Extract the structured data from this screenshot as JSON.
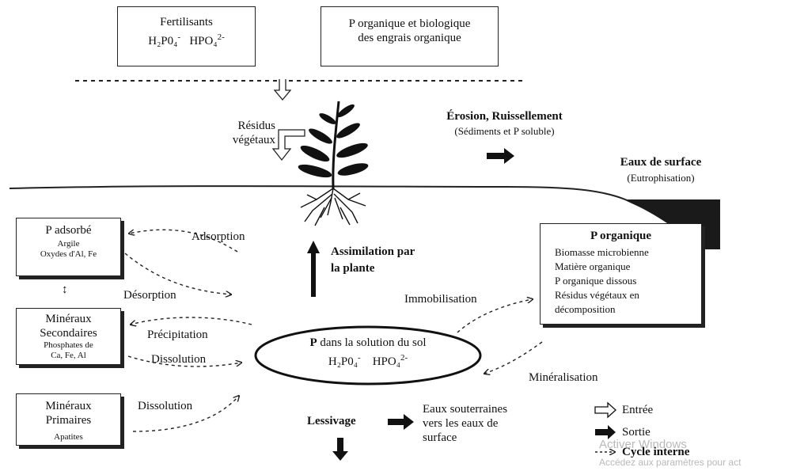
{
  "top": {
    "fertilisants": {
      "title": "Fertilisants",
      "formula_a": "H₂P0₄",
      "formula_a_sup": "-",
      "formula_b": "HPO₄",
      "formula_b_sup": "2-"
    },
    "organic": {
      "line1": "P organique et biologique",
      "line2": "des engrais organique"
    }
  },
  "residus": {
    "line1": "Résidus",
    "line2": "végétaux"
  },
  "erosion": {
    "title": "Érosion, Ruissellement",
    "subtitle": "(Sédiments et P soluble)"
  },
  "surface_water": {
    "title": "Eaux de surface",
    "subtitle": "(Eutrophisation)"
  },
  "adsorbed": {
    "title": "P adsorbé",
    "line1": "Argile",
    "line2": "Oxydes d'Al, Fe"
  },
  "double_arrow": "↕",
  "secondary": {
    "line1": "Minéraux",
    "line2": "Secondaires",
    "line3": "Phosphates de",
    "line4": "Ca, Fe, Al"
  },
  "primary": {
    "line1": "Minéraux",
    "line2": "Primaires",
    "line3": "Apatites"
  },
  "processes": {
    "adsorption": "Adsorption",
    "desorption": "Désorption",
    "precipitation": "Précipitation",
    "dissolution1": "Dissolution",
    "dissolution2": "Dissolution",
    "immobilisation": "Immobilisation",
    "mineralisation": "Minéralisation"
  },
  "assimilation": {
    "line1": "Assimilation par",
    "line2": "la plante"
  },
  "solution": {
    "title_bold": "P",
    "title_rest": " dans la solution du sol",
    "formula_a": "H₂P0₄",
    "formula_a_sup": "-",
    "formula_b": "HPO₄",
    "formula_b_sup": "2-"
  },
  "organic_p": {
    "title": "P organique",
    "items": [
      "Biomasse microbienne",
      "Matière organique",
      "P organique dissous",
      "Résidus végétaux en",
      "décomposition"
    ]
  },
  "lessivage": "Lessivage",
  "groundwater": {
    "line1": "Eaux souterraines",
    "line2": "vers les eaux de",
    "line3": "surface"
  },
  "legend": {
    "entree": "Entrée",
    "sortie": "Sortie",
    "cycle": "Cycle interne"
  },
  "watermark": {
    "line1": "Activer Windows",
    "line2": "Accédez aux paramètres pour act"
  }
}
